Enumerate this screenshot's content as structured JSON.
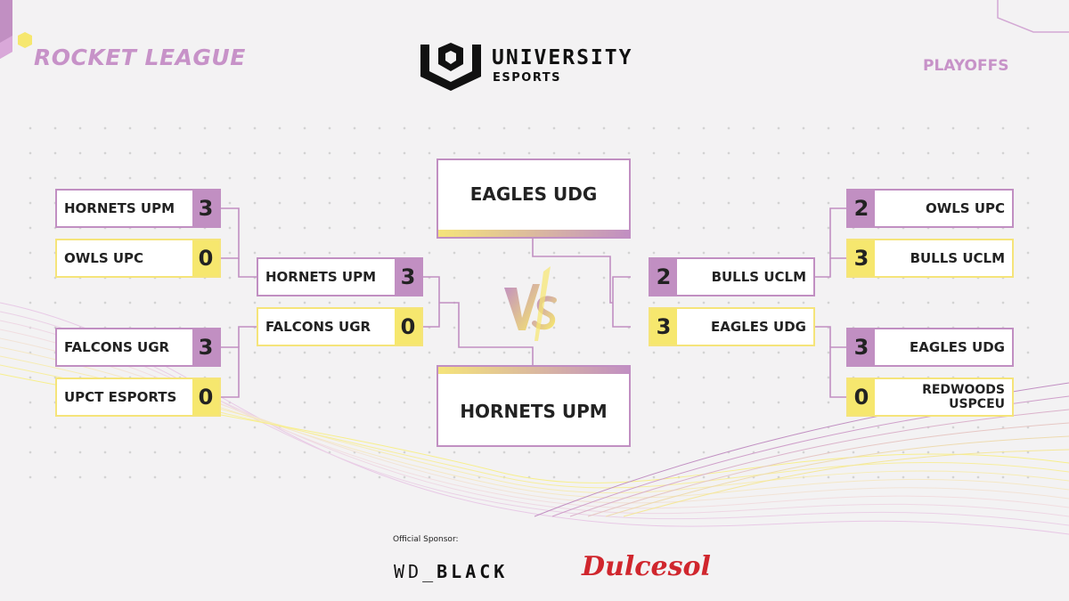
{
  "header": {
    "game": "ROCKET LEAGUE",
    "stage": "PLAYOFFS",
    "brand_top": "UNIVERSITY",
    "brand_bottom": "ESPORTS"
  },
  "colors": {
    "purple": "#c18fc2",
    "yellow": "#f6e76e",
    "title": "#c792c8",
    "background": "#f3f2f3"
  },
  "left_quarterfinals": [
    {
      "team_a": "HORNETS UPM",
      "score_a": "3",
      "team_b": "OWLS UPC",
      "score_b": "0"
    },
    {
      "team_a": "FALCONS UGR",
      "score_a": "3",
      "team_b": "UPCT ESPORTS",
      "score_b": "0"
    }
  ],
  "left_semifinal": {
    "team_a": "HORNETS UPM",
    "score_a": "3",
    "team_b": "FALCONS UGR",
    "score_b": "0"
  },
  "right_quarterfinals": [
    {
      "team_a": "OWLS UPC",
      "score_a": "2",
      "team_b": "BULLS UCLM",
      "score_b": "3"
    },
    {
      "team_a": "EAGLES UDG",
      "score_a": "3",
      "team_b": "REDWOODS USPCEU",
      "team_b_line1": "REDWOODS",
      "team_b_line2": "USPCEU",
      "score_b": "0"
    }
  ],
  "right_semifinal": {
    "team_a": "BULLS UCLM",
    "score_a": "2",
    "team_b": "EAGLES UDG",
    "score_b": "3"
  },
  "final": {
    "top": "EAGLES UDG",
    "bottom": "HORNETS UPM",
    "vs": "VS"
  },
  "sponsors": {
    "label": "Official Sponsor:",
    "wd_prefix": "WD_",
    "wd_suffix": "BLACK",
    "second": "Dulcesol"
  },
  "icons": [
    "university-esports-logo-icon",
    "vs-icon",
    "corner-hexagon-icon"
  ]
}
